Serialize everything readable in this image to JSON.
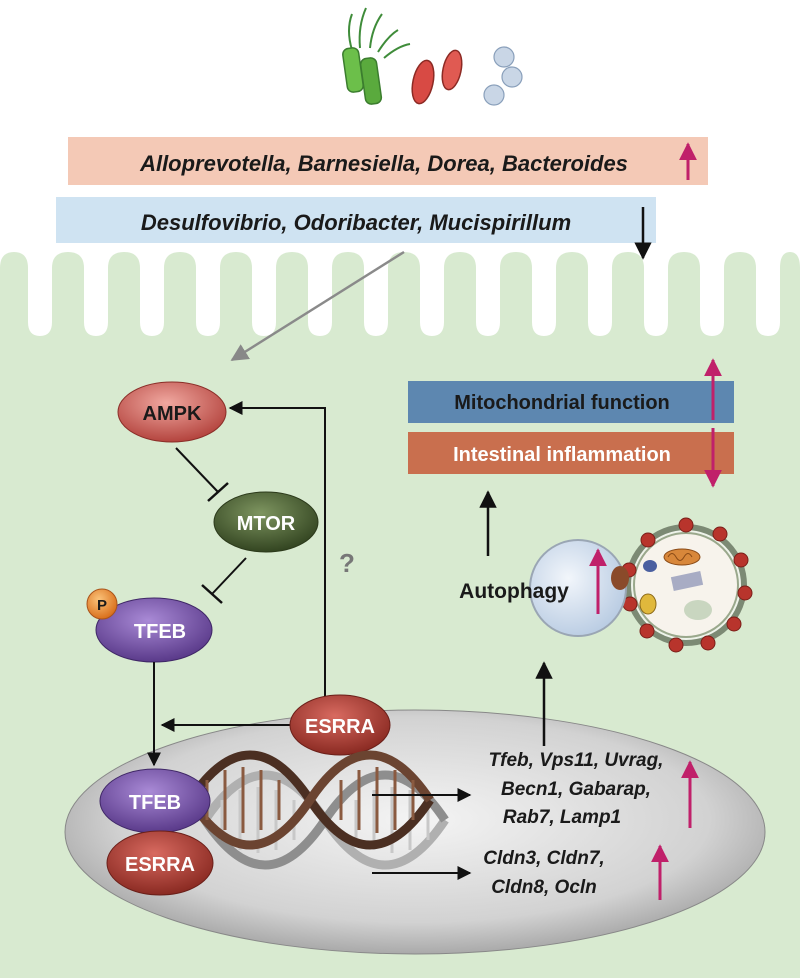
{
  "bacteria": {
    "increased": "Alloprevotella, Barnesiella, Dorea, Bacteroides",
    "decreased": "Desulfovibrio, Odoribacter, Mucispirillum"
  },
  "nodes": {
    "ampk": "AMPK",
    "mtor": "MTOR",
    "tfeb_cytoplasm": "TFEB",
    "phospho": "P",
    "esrra_cytoplasm": "ESRRA",
    "tfeb_nucleus": "TFEB",
    "esrra_nucleus": "ESRRA",
    "question": "?"
  },
  "outcomes": {
    "mitochondrial": "Mitochondrial function",
    "inflammation": "Intestinal inflammation",
    "autophagy": "Autophagy"
  },
  "genes": {
    "autophagy_line1": "Tfeb, Vps11, Uvrag,",
    "autophagy_line2": "Becn1, Gabarap,",
    "autophagy_line3": "Rab7, Lamp1",
    "junction_line1": "Cldn3, Cldn7,",
    "junction_line2": "Cldn8, Ocln"
  },
  "colors": {
    "cell_green": "#d8ead0",
    "up_banner": "#f4c9b6",
    "down_banner": "#cfe3f2",
    "ampk": "#c9615c",
    "mtor": "#4d6233",
    "tfeb": "#7a56a8",
    "esrra": "#a73a32",
    "phospho": "#ec8b2e",
    "mito_bar": "#5d87b0",
    "inflam_bar": "#c96f4e",
    "arrow_magenta": "#c0206a"
  }
}
